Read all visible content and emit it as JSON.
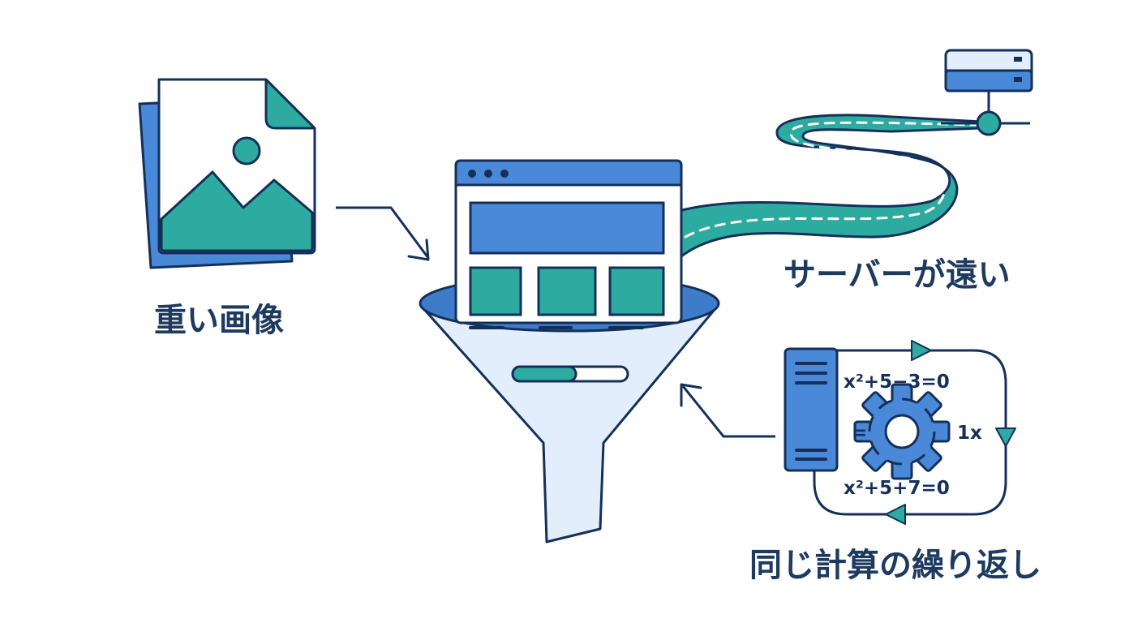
{
  "labels": {
    "heavy_images": "重い画像",
    "server_far": "サーバーが遠い",
    "repeat_calc": "同じ計算の繰り返し"
  },
  "equations": {
    "top": "x²+5−3=0",
    "middle_left": "=",
    "middle_right": "1x",
    "bottom": "x²+5+7=0"
  },
  "loading_progress": 0.55,
  "colors": {
    "outline": "#14305a",
    "blue": "#4a88d8",
    "teal": "#2eaba0",
    "light_blue": "#e2eefb",
    "label": "#1e3a5f"
  },
  "icons": [
    "image-file-icon",
    "browser-window-icon",
    "funnel-icon",
    "server-icon",
    "gear-icon",
    "road-icon",
    "arrow-icon"
  ]
}
